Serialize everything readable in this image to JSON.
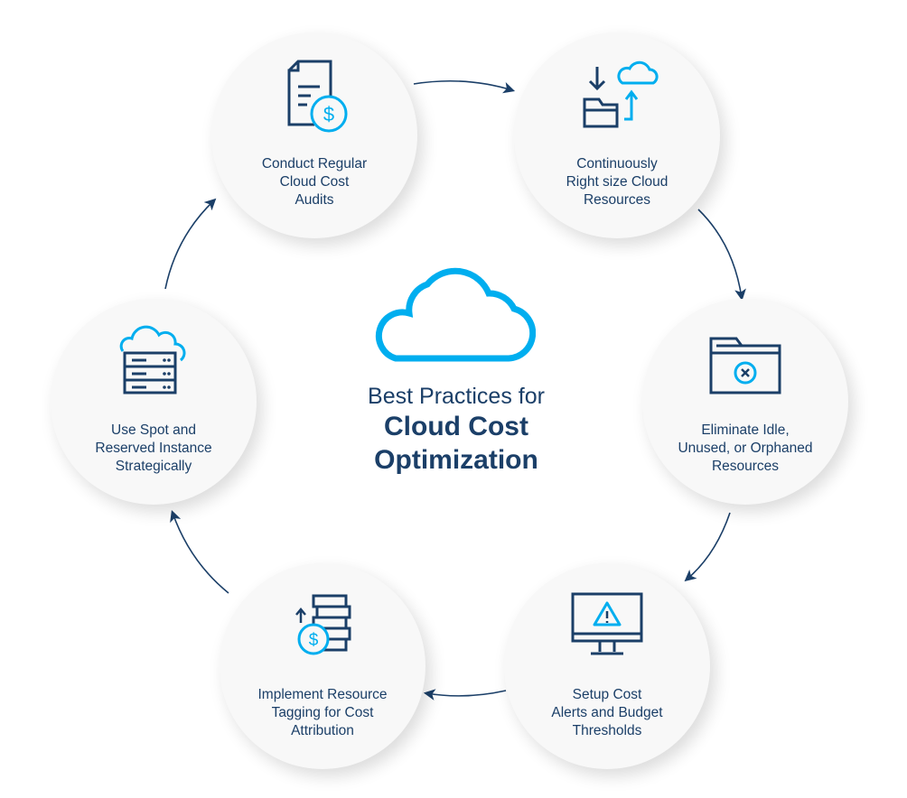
{
  "colors": {
    "primary": "#1b3f68",
    "accent": "#00aeef"
  },
  "title": {
    "line1": "Best Practices for",
    "line2": "Cloud Cost",
    "line3": "Optimization"
  },
  "steps": [
    {
      "icon": "document-dollar-icon",
      "lines": [
        "Conduct Regular",
        "Cloud Cost",
        "Audits"
      ]
    },
    {
      "icon": "folder-cloud-sync-icon",
      "lines": [
        "Continuously",
        "Right size Cloud",
        "Resources"
      ]
    },
    {
      "icon": "folder-remove-icon",
      "lines": [
        "Eliminate Idle,",
        "Unused, or Orphaned",
        "Resources"
      ]
    },
    {
      "icon": "monitor-alert-icon",
      "lines": [
        "Setup Cost",
        "Alerts and Budget",
        "Thresholds"
      ]
    },
    {
      "icon": "stack-dollar-icon",
      "lines": [
        "Implement Resource",
        "Tagging for Cost",
        "Attribution"
      ]
    },
    {
      "icon": "server-cloud-icon",
      "lines": [
        "Use Spot and",
        "Reserved Instance",
        "Strategically"
      ]
    }
  ]
}
